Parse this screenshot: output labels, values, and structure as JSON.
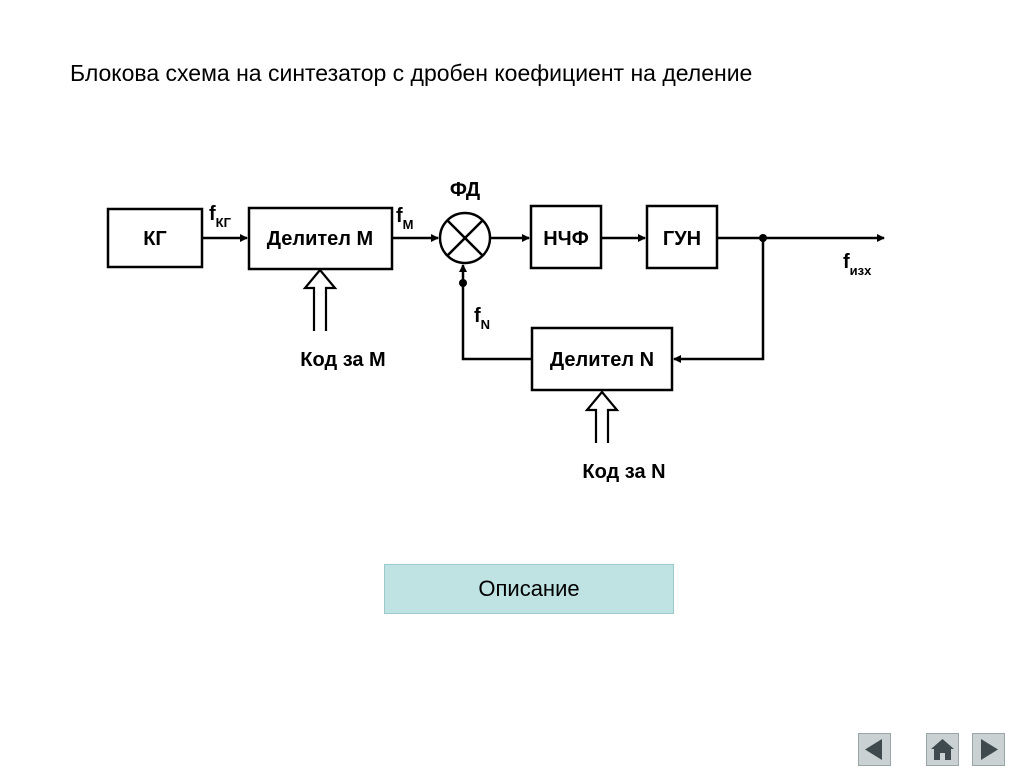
{
  "slide": {
    "title": "Блокова схема на синтезатор с дробен коефициент на деление"
  },
  "diagram": {
    "blocks": {
      "kg": "КГ",
      "divider_m": "Делител М",
      "phase_detector": "ФД",
      "lpf": "НЧФ",
      "vco": "ГУН",
      "divider_n": "Делител N"
    },
    "signals": {
      "f_kg": {
        "main": "f",
        "sub": "КГ"
      },
      "f_m": {
        "main": "f",
        "sub": "М"
      },
      "f_n": {
        "main": "f",
        "sub": "N"
      },
      "f_out": {
        "main": "f",
        "sub": "изх"
      }
    },
    "inputs": {
      "code_m": "Код за М",
      "code_n": "Код за N"
    }
  },
  "buttons": {
    "description": "Описание"
  },
  "navigation": {
    "prev_icon": "triangle-left-icon",
    "home_icon": "home-icon",
    "next_icon": "triangle-right-icon"
  }
}
